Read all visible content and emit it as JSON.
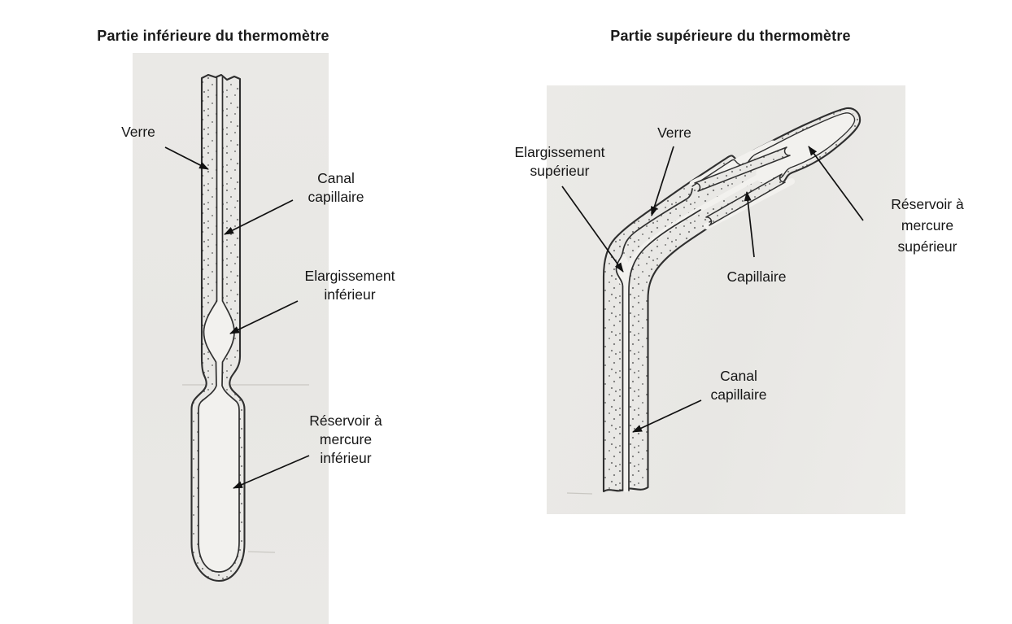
{
  "figures": {
    "left": {
      "title": "Partie inférieure du thermomètre",
      "labels": {
        "verre": "Verre",
        "canal_capillaire": {
          "line1": "Canal",
          "line2": "capillaire"
        },
        "elargissement_inferieur": {
          "line1": "Elargissement",
          "line2": "inférieur"
        },
        "reservoir_mercure_inferieur": {
          "line1": "Réservoir à",
          "line2": "mercure",
          "line3": "inférieur"
        }
      }
    },
    "right": {
      "title": "Partie supérieure du thermomètre",
      "labels": {
        "elargissement_superieur": {
          "line1": "Elargissement",
          "line2": "supérieur"
        },
        "verre": "Verre",
        "capillaire": "Capillaire",
        "reservoir_mercure_superieur": {
          "line1": "Réservoir à",
          "line2": "mercure",
          "line3": "supérieur"
        },
        "canal_capillaire": {
          "line1": "Canal",
          "line2": "capillaire"
        }
      }
    }
  },
  "colors": {
    "page_background": "#ffffff",
    "paper": "#e9e8e5",
    "ink": "#2f2f2f",
    "label_text": "#161616",
    "arrow": "#111111"
  }
}
